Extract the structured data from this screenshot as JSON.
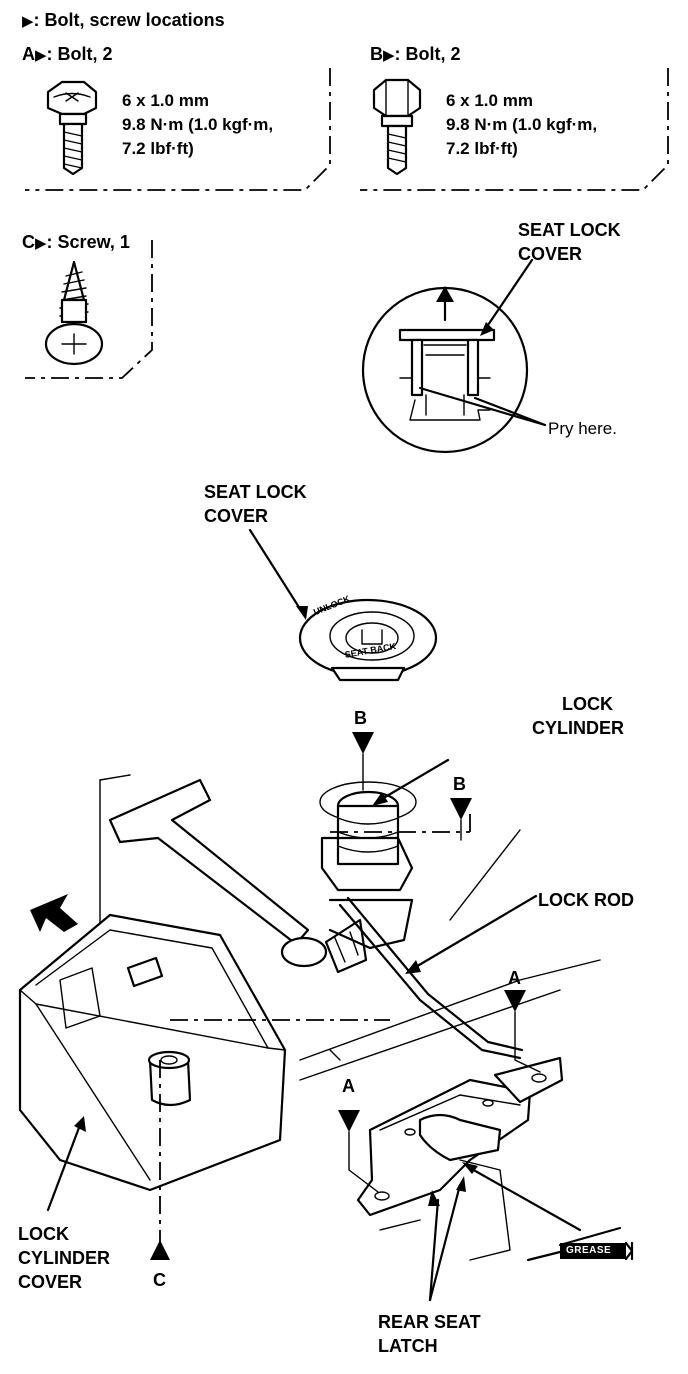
{
  "header": {
    "marker": "▶",
    "title": ": Bolt, screw locations"
  },
  "fasteners": {
    "a": {
      "letter": "A",
      "desc": ": Bolt, 2",
      "size": "6 x 1.0 mm",
      "torque1": "9.8 N·m (1.0 kgf·m,",
      "torque2": "7.2 lbf·ft)"
    },
    "b": {
      "letter": "B",
      "desc": ": Bolt, 2",
      "size": "6 x 1.0 mm",
      "torque1": "9.8 N·m (1.0 kgf·m,",
      "torque2": "7.2 lbf·ft)"
    },
    "c": {
      "letter": "C",
      "desc": ": Screw, 1"
    }
  },
  "detail": {
    "cover_l1": "SEAT LOCK",
    "cover_l2": "COVER",
    "pry": "Pry here."
  },
  "parts": {
    "seat_lock_cover_l1": "SEAT LOCK",
    "seat_lock_cover_l2": "COVER",
    "cover_text_1": "UNLOCK",
    "cover_text_2": "SEAT BACK",
    "lock_cylinder_l1": "LOCK",
    "lock_cylinder_l2": "CYLINDER",
    "lock_rod": "LOCK ROD",
    "lock_cylinder_cover_l1": "LOCK",
    "lock_cylinder_cover_l2": "CYLINDER",
    "lock_cylinder_cover_l3": "COVER",
    "rear_seat_latch_l1": "REAR SEAT",
    "rear_seat_latch_l2": "LATCH",
    "grease": "GREASE"
  },
  "callouts": {
    "a": "A",
    "b": "B",
    "c": "C"
  }
}
